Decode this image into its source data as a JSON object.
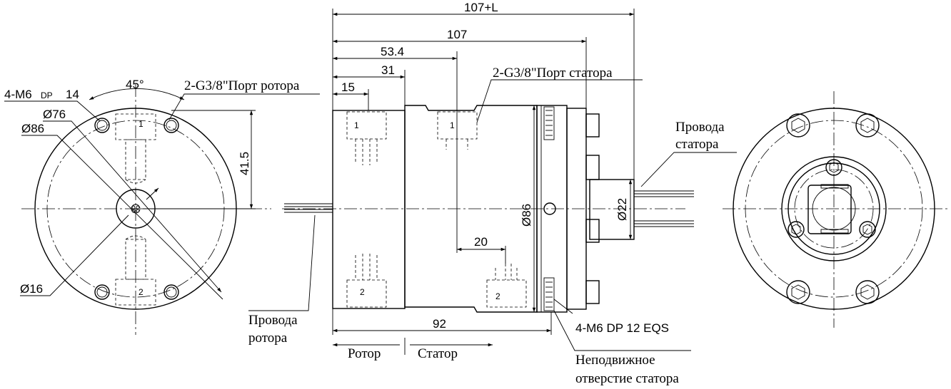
{
  "drawing": {
    "left_view": {
      "label_holes": "4-M6",
      "label_holes_dp": "DP",
      "label_holes_depth": "14",
      "label_angle": "45°",
      "label_port": "2-G3/8\"Порт ротора",
      "label_d76": "Ø76",
      "label_d86": "Ø86",
      "label_d16": "Ø16",
      "label_41_5": "41.5",
      "port_1": "1",
      "port_2": "2"
    },
    "side_view": {
      "dim_107_L": "107+L",
      "dim_107": "107",
      "dim_53_4": "53.4",
      "dim_31": "31",
      "dim_15": "15",
      "dim_20": "20",
      "dim_92": "92",
      "dim_d86": "Ø86",
      "dim_d22": "Ø22",
      "label_stator_port": "2-G3/8\"Порт статора",
      "label_stator_wires_1": "Провода",
      "label_stator_wires_2": "статора",
      "label_rotor_wires_1": "Провода",
      "label_rotor_wires_2": "ротора",
      "label_thread": "4-M6 DP 12 EQS",
      "label_fixed_1": "Неподвижное",
      "label_fixed_2": "отверстие статора",
      "label_rotor": "Ротор",
      "label_stator": "Статор",
      "port_1a": "1",
      "port_1b": "1",
      "port_2a": "2",
      "port_2b": "2"
    }
  }
}
